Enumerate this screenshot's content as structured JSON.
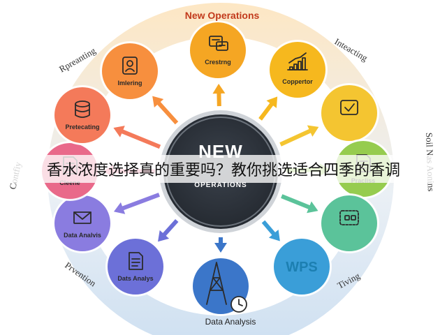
{
  "top_label": "New Operations",
  "center": {
    "big": "NEW",
    "small": "OPERATIONS"
  },
  "ring_labels": {
    "top_left": "Rpreanting",
    "top_right": "Inteacting",
    "left": "Contfiy",
    "right": "Soil Nas Aonins",
    "bottom_left": "Prvention",
    "bottom_right": "Tiving"
  },
  "nodes": [
    {
      "id": "n1",
      "label": "Crestrng",
      "color": "#f5a623",
      "icon": "chat-icon"
    },
    {
      "id": "n2",
      "label": "Coppertor",
      "color": "#f6b81e",
      "icon": "bar-chart-icon"
    },
    {
      "id": "n3",
      "label": "",
      "color": "#f4c531",
      "icon": "check-box-icon"
    },
    {
      "id": "n4",
      "label": "Pracliss",
      "color": "#96cc4f",
      "icon": "document-icon"
    },
    {
      "id": "n5",
      "label": "",
      "color": "#5bc39a",
      "icon": "dialog-icon"
    },
    {
      "id": "n6",
      "label": "WPS",
      "color": "#3a9ed8",
      "icon": "wps-text"
    },
    {
      "id": "n7",
      "label": "Data Analysis",
      "color": "#3b76c9",
      "icon": "tower-icon"
    },
    {
      "id": "n8",
      "label": "Dats Analys",
      "color": "#6c70d8",
      "icon": "document-icon"
    },
    {
      "id": "n9",
      "label": "Data Analvis",
      "color": "#8a7ce0",
      "icon": "envelope-icon"
    },
    {
      "id": "n10",
      "label": "Cleene",
      "color": "#e9698a",
      "icon": "document-icon"
    },
    {
      "id": "n11",
      "label": "Pretecating",
      "color": "#f47a5a",
      "icon": "database-icon"
    },
    {
      "id": "n12",
      "label": "Imlering",
      "color": "#f78f3e",
      "icon": "contact-icon"
    }
  ],
  "bottom_label": "Data Analysis",
  "overlay_title": "香水浓度选择真的重要吗？教你挑选适合四季的香调",
  "colors": {
    "center_dark": "#2d333c",
    "center_ring": "#555b63",
    "ring_warm": "#fde6c2",
    "ring_cool": "#cfe0ef"
  }
}
